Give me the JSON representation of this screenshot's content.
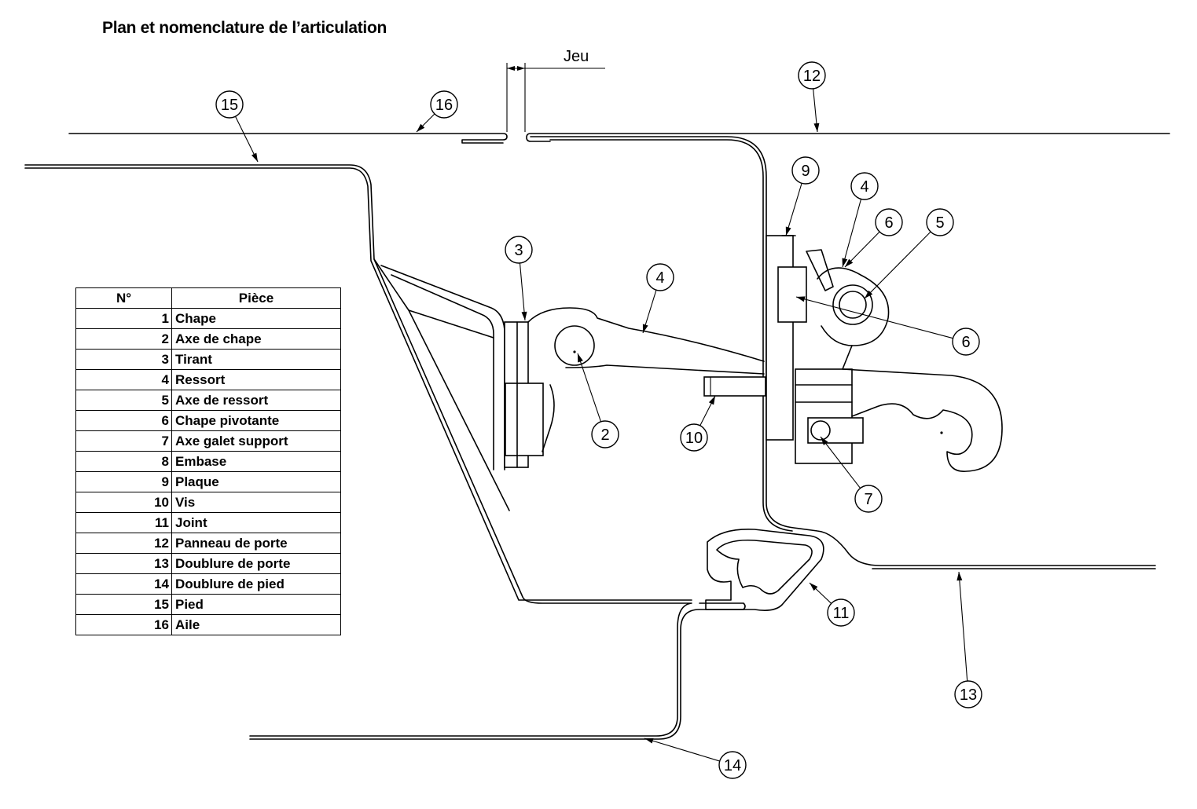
{
  "title": "Plan et nomenclature de l’articulation",
  "gap_label": "Jeu",
  "bom": {
    "headers": {
      "number": "N°",
      "part": "Pièce"
    },
    "rows": [
      {
        "number": "1",
        "part": "Chape"
      },
      {
        "number": "2",
        "part": "Axe de chape"
      },
      {
        "number": "3",
        "part": "Tirant"
      },
      {
        "number": "4",
        "part": "Ressort"
      },
      {
        "number": "5",
        "part": "Axe de ressort"
      },
      {
        "number": "6",
        "part": "Chape pivotante"
      },
      {
        "number": "7",
        "part": "Axe galet support"
      },
      {
        "number": "8",
        "part": "Embase"
      },
      {
        "number": "9",
        "part": "Plaque"
      },
      {
        "number": "10",
        "part": "Vis"
      },
      {
        "number": "11",
        "part": "Joint"
      },
      {
        "number": "12",
        "part": "Panneau de porte"
      },
      {
        "number": "13",
        "part": "Doublure de porte"
      },
      {
        "number": "14",
        "part": "Doublure de pied"
      },
      {
        "number": "15",
        "part": "Pied"
      },
      {
        "number": "16",
        "part": "Aile"
      }
    ]
  },
  "balloons": [
    "15",
    "16",
    "12",
    "3",
    "4",
    "2",
    "10",
    "9",
    "4",
    "6",
    "5",
    "6",
    "7",
    "11",
    "13",
    "14"
  ]
}
